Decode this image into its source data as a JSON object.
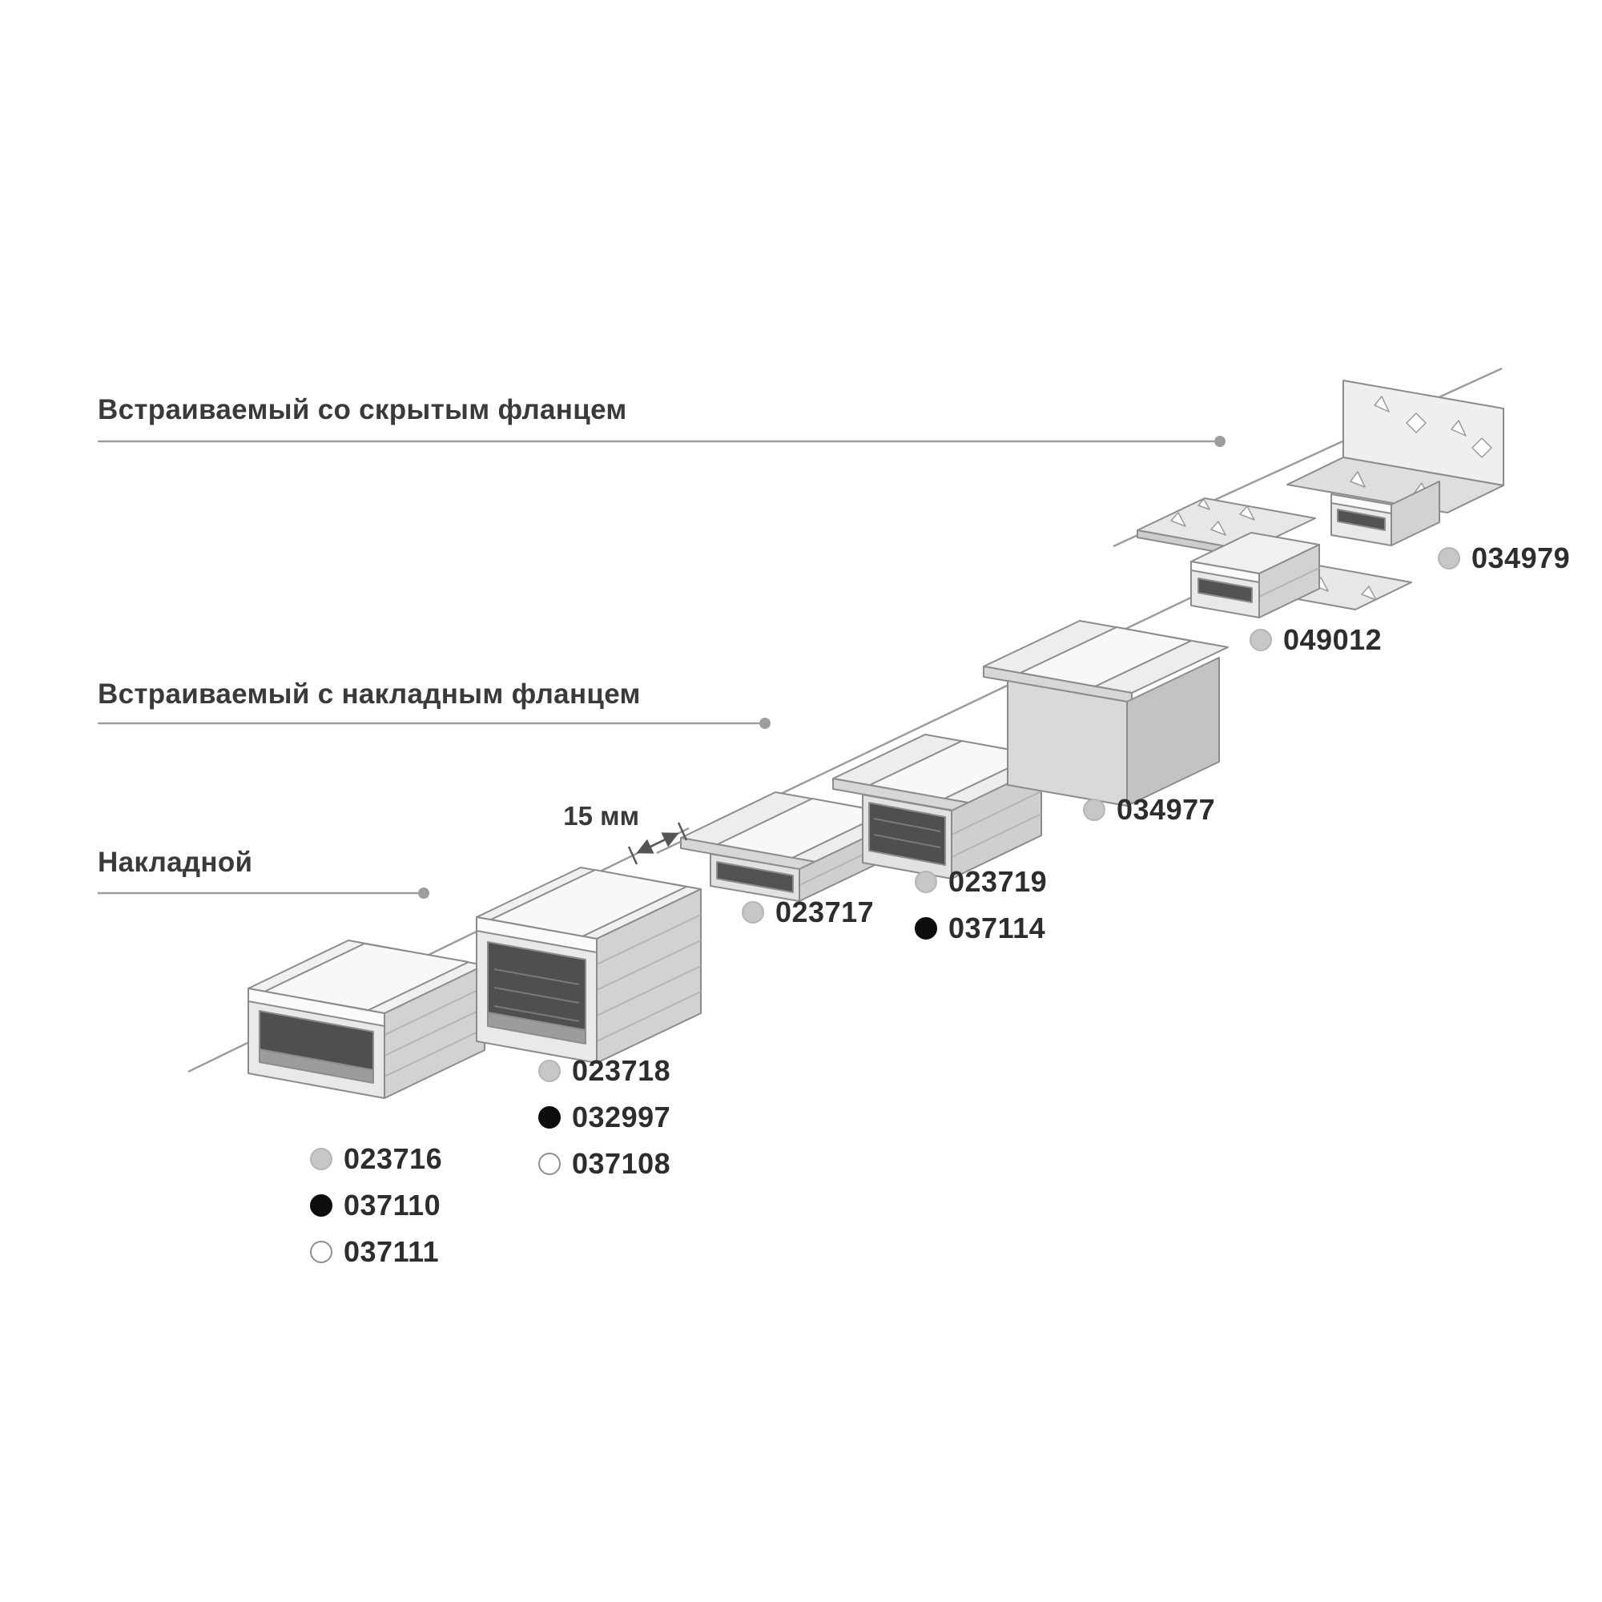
{
  "categories": [
    {
      "id": "recessed-hidden-flange",
      "label": "Встраиваемый со скрытым фланцем"
    },
    {
      "id": "recessed-surface-flange",
      "label": "Встраиваемый с накладным фланцем"
    },
    {
      "id": "surface-mounted",
      "label": "Накладной"
    }
  ],
  "dimension": {
    "label": "15 мм"
  },
  "colors": {
    "dot_gray": "#c7c7c7",
    "dot_black": "#0d0d0d",
    "dot_white": "#ffffff",
    "leader_line": "#9d9d9d",
    "text": "#3a3a3a"
  },
  "products": [
    {
      "name": "surface-profile-low",
      "codes": [
        {
          "code": "023716",
          "finish": "gray",
          "dot_color": "#c7c7c7",
          "dot_border": "#b5b5b5"
        },
        {
          "code": "037110",
          "finish": "black",
          "dot_color": "#0d0d0d",
          "dot_border": "#0d0d0d"
        },
        {
          "code": "037111",
          "finish": "white",
          "dot_color": "#ffffff",
          "dot_border": "#8f8f8f"
        }
      ]
    },
    {
      "name": "surface-profile-high",
      "codes": [
        {
          "code": "023718",
          "finish": "gray",
          "dot_color": "#c7c7c7",
          "dot_border": "#b5b5b5"
        },
        {
          "code": "032997",
          "finish": "black",
          "dot_color": "#0d0d0d",
          "dot_border": "#0d0d0d"
        },
        {
          "code": "037108",
          "finish": "white",
          "dot_color": "#ffffff",
          "dot_border": "#8f8f8f"
        }
      ]
    },
    {
      "name": "recessed-profile-flange-low",
      "codes": [
        {
          "code": "023717",
          "finish": "gray",
          "dot_color": "#c7c7c7",
          "dot_border": "#b5b5b5"
        }
      ]
    },
    {
      "name": "recessed-profile-flange-high",
      "codes": [
        {
          "code": "023719",
          "finish": "gray",
          "dot_color": "#c7c7c7",
          "dot_border": "#b5b5b5"
        },
        {
          "code": "037114",
          "finish": "black",
          "dot_color": "#0d0d0d",
          "dot_border": "#0d0d0d"
        }
      ]
    },
    {
      "name": "recessed-profile-deep",
      "codes": [
        {
          "code": "034977",
          "finish": "gray",
          "dot_color": "#c7c7c7",
          "dot_border": "#b5b5b5"
        }
      ]
    },
    {
      "name": "recessed-profile-hidden-flange",
      "codes": [
        {
          "code": "049012",
          "finish": "gray",
          "dot_color": "#c7c7c7",
          "dot_border": "#b5b5b5"
        }
      ]
    },
    {
      "name": "hidden-flange-end-bracket",
      "codes": [
        {
          "code": "034979",
          "finish": "gray",
          "dot_color": "#c7c7c7",
          "dot_border": "#b5b5b5"
        }
      ]
    }
  ]
}
